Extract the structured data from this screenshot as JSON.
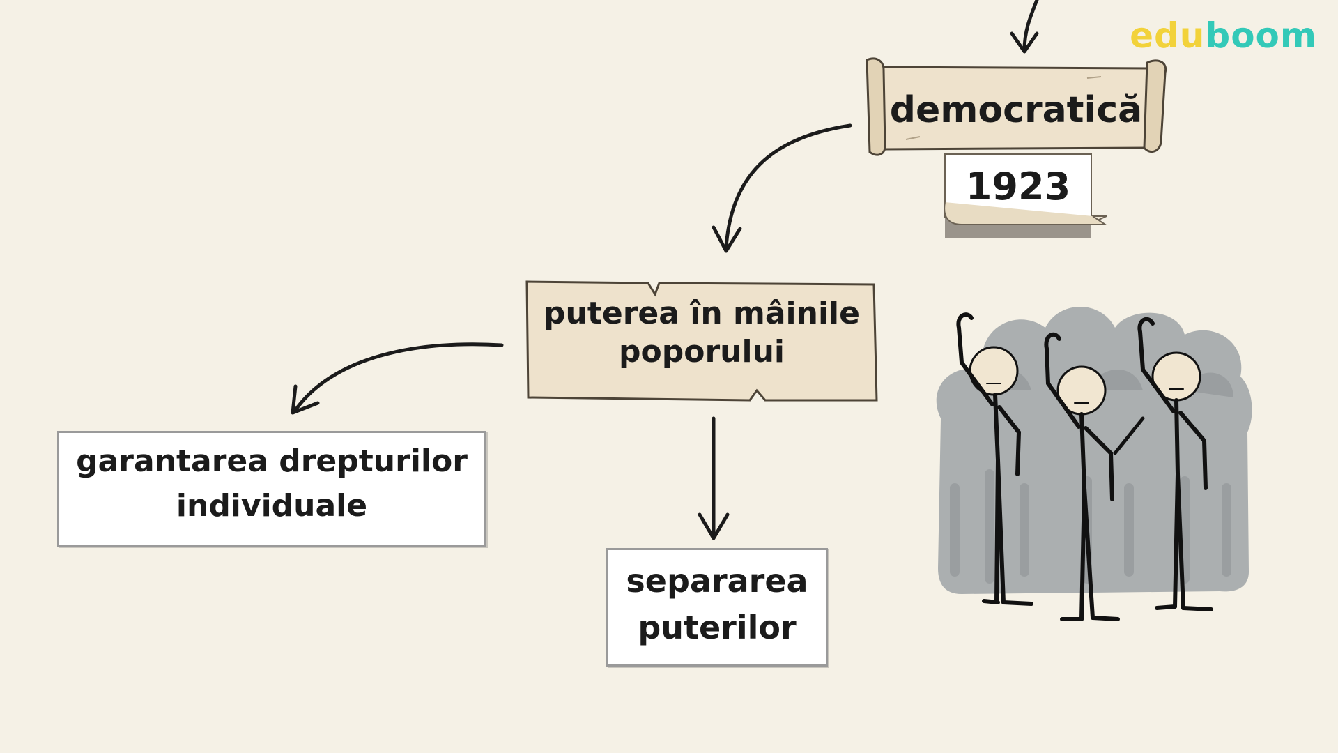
{
  "logo": {
    "part1": "edu",
    "part2": "boom"
  },
  "nodes": {
    "democratica": "democratică",
    "year": "1923",
    "puterea_line1": "puterea în mâinile",
    "puterea_line2": "poporului",
    "garantarea_line1": "garantarea drepturilor",
    "garantarea_line2": "individuale",
    "separarea_line1": "separarea",
    "separarea_line2": "puterilor"
  },
  "colors": {
    "background": "#f5f1e6",
    "parchment": "#eee2cc",
    "logo_yellow": "#f2d23a",
    "logo_teal": "#33c9b8",
    "crowd_gray": "#a3a7aa"
  }
}
